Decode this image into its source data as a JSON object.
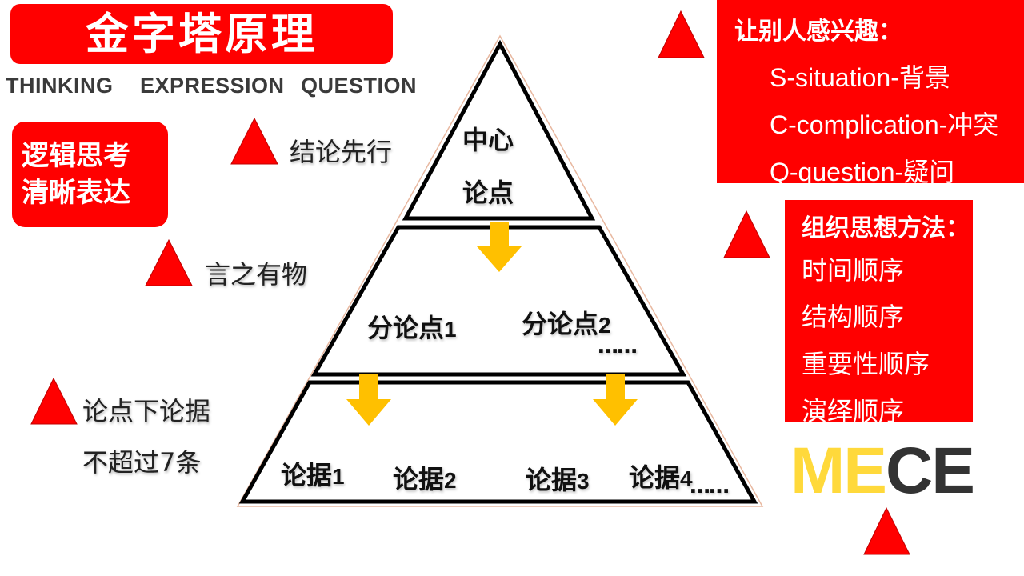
{
  "title": "金字塔原理",
  "subheads": [
    "THINKING",
    "EXPRESSION",
    "QUESTION"
  ],
  "logic_box": {
    "line1": "逻辑思考",
    "line2": "清晰表达"
  },
  "left_labels": {
    "conclusion_first": "结论先行",
    "substance": "言之有物",
    "evidence_line1": "论点下论据",
    "evidence_line2": "不超过7条"
  },
  "pyramid": {
    "top": {
      "line1": "中心",
      "line2": "论点"
    },
    "middle": [
      {
        "text": "分论点",
        "num": "1"
      },
      {
        "text": "分论点",
        "num": "2"
      }
    ],
    "middle_ellipsis": "……",
    "bottom": [
      {
        "text": "论据",
        "num": "1"
      },
      {
        "text": "论据",
        "num": "2"
      },
      {
        "text": "论据",
        "num": "3"
      },
      {
        "text": "论据",
        "num": "4"
      }
    ],
    "bottom_ellipsis": "……"
  },
  "scq": {
    "heading": "让别人感兴趣：",
    "items": [
      "S-situation-背景",
      "C-complication-冲突",
      "Q-question-疑问"
    ]
  },
  "organize": {
    "heading": "组织思想方法：",
    "items": [
      "时间顺序",
      "结构顺序",
      "重要性顺序",
      "演绎顺序"
    ]
  },
  "mece": {
    "part1": "ME",
    "part2": "CE"
  },
  "colors": {
    "red": "#ff0000",
    "arrow": "#ffc000",
    "mece_yellow": "#ffd93b",
    "mece_dark": "#333333"
  }
}
